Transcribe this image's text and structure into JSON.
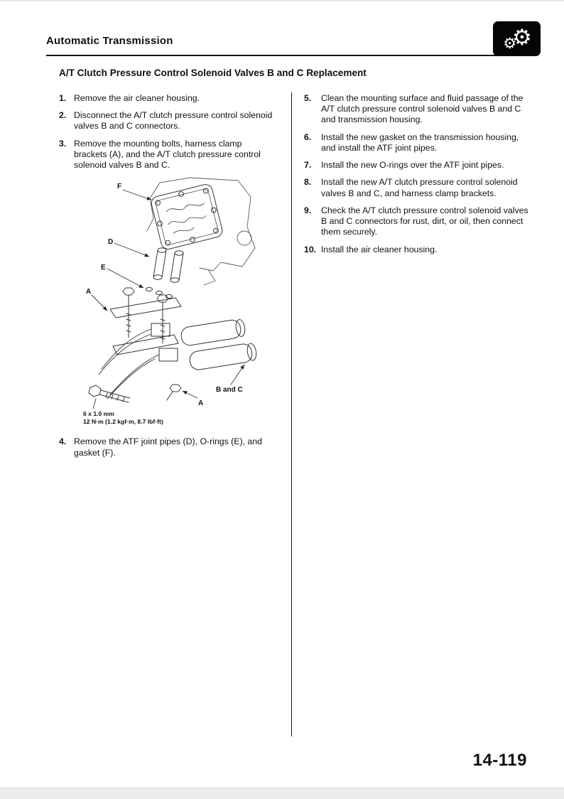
{
  "header": {
    "section_title": "Automatic Transmission",
    "logo_icon": "gears-icon"
  },
  "page": {
    "title": "A/T Clutch Pressure Control Solenoid Valves B and C Replacement",
    "number": "14-119"
  },
  "steps_left": [
    {
      "num": "1.",
      "text": "Remove the air cleaner housing."
    },
    {
      "num": "2.",
      "text": "Disconnect the A/T clutch pressure control solenoid valves B and C connectors."
    },
    {
      "num": "3.",
      "text": "Remove the mounting bolts, harness clamp brackets (A), and the A/T clutch pressure control solenoid valves B and C."
    },
    {
      "num": "4.",
      "text": "Remove the ATF joint pipes (D), O-rings (E), and gasket (F)."
    }
  ],
  "steps_right": [
    {
      "num": "5.",
      "text": "Clean the mounting surface and fluid passage of the A/T clutch pressure control solenoid valves B and C and transmission housing."
    },
    {
      "num": "6.",
      "text": "Install the new gasket on the transmission housing, and install the ATF joint pipes."
    },
    {
      "num": "7.",
      "text": "Install the new O-rings over the ATF joint pipes."
    },
    {
      "num": "8.",
      "text": "Install the new A/T clutch pressure control solenoid valves B and C, and harness clamp brackets."
    },
    {
      "num": "9.",
      "text": "Check the A/T clutch pressure control solenoid valves B and C connectors for rust, dirt, or oil, then connect them securely."
    },
    {
      "num": "10.",
      "text": "Install the air cleaner housing."
    }
  ],
  "figure": {
    "labels": {
      "f": "F",
      "d": "D",
      "e": "E",
      "a_upper": "A",
      "b_and_c": "B and C",
      "a_lower": "A"
    },
    "torque_line1": "6 x 1.0 mm",
    "torque_line2": "12 N·m (1.2 kgf·m, 8.7 lbf·ft)"
  }
}
